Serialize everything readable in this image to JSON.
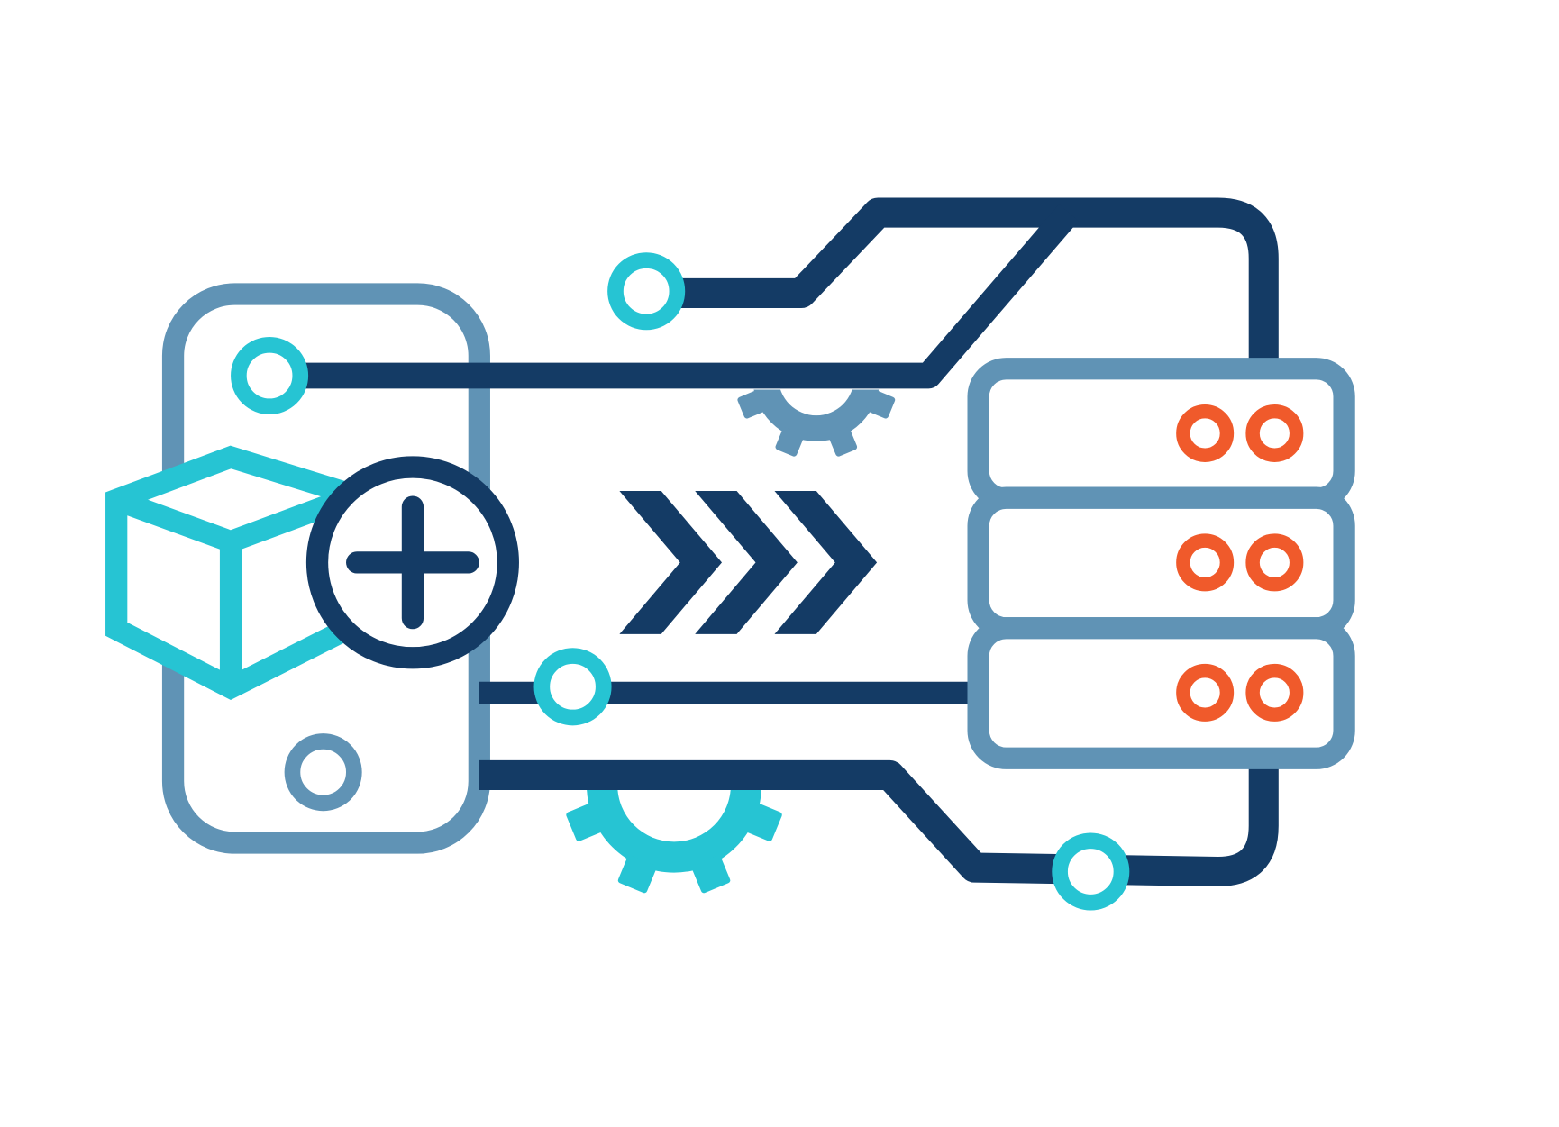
{
  "illustration": {
    "subject": "mobile-app-to-server-deployment",
    "colors": {
      "navy": "#143b65",
      "steel": "#6093b5",
      "cyan": "#26c4d3",
      "orange": "#f05a2b",
      "background": "#ffffff"
    },
    "icons": [
      "phone-icon",
      "package-box-icon",
      "add-plus-icon",
      "chevrons-right-icon",
      "server-stack-icon",
      "gear-icon",
      "circuit-node-icon"
    ],
    "server_units": 3,
    "status_lights_per_unit": 2,
    "chevron_count": 3
  }
}
